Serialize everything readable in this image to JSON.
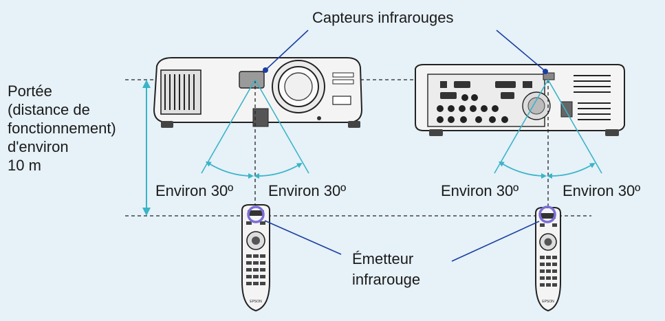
{
  "labels": {
    "sensors": "Capteurs infrarouges",
    "range_lines": [
      "Portée",
      "(distance de",
      "fonctionnement)",
      "d'environ",
      "10 m"
    ],
    "angle": "Environ 30º",
    "emitter_lines": [
      "Émetteur",
      "infrarouge"
    ],
    "brand": "EPSON"
  },
  "colors": {
    "background": "#e6f1f8",
    "beam": "#3ab4c8",
    "highlight": "#7b6fd6",
    "device_body": "#f4f4f4",
    "device_dark": "#2a2a2a"
  }
}
